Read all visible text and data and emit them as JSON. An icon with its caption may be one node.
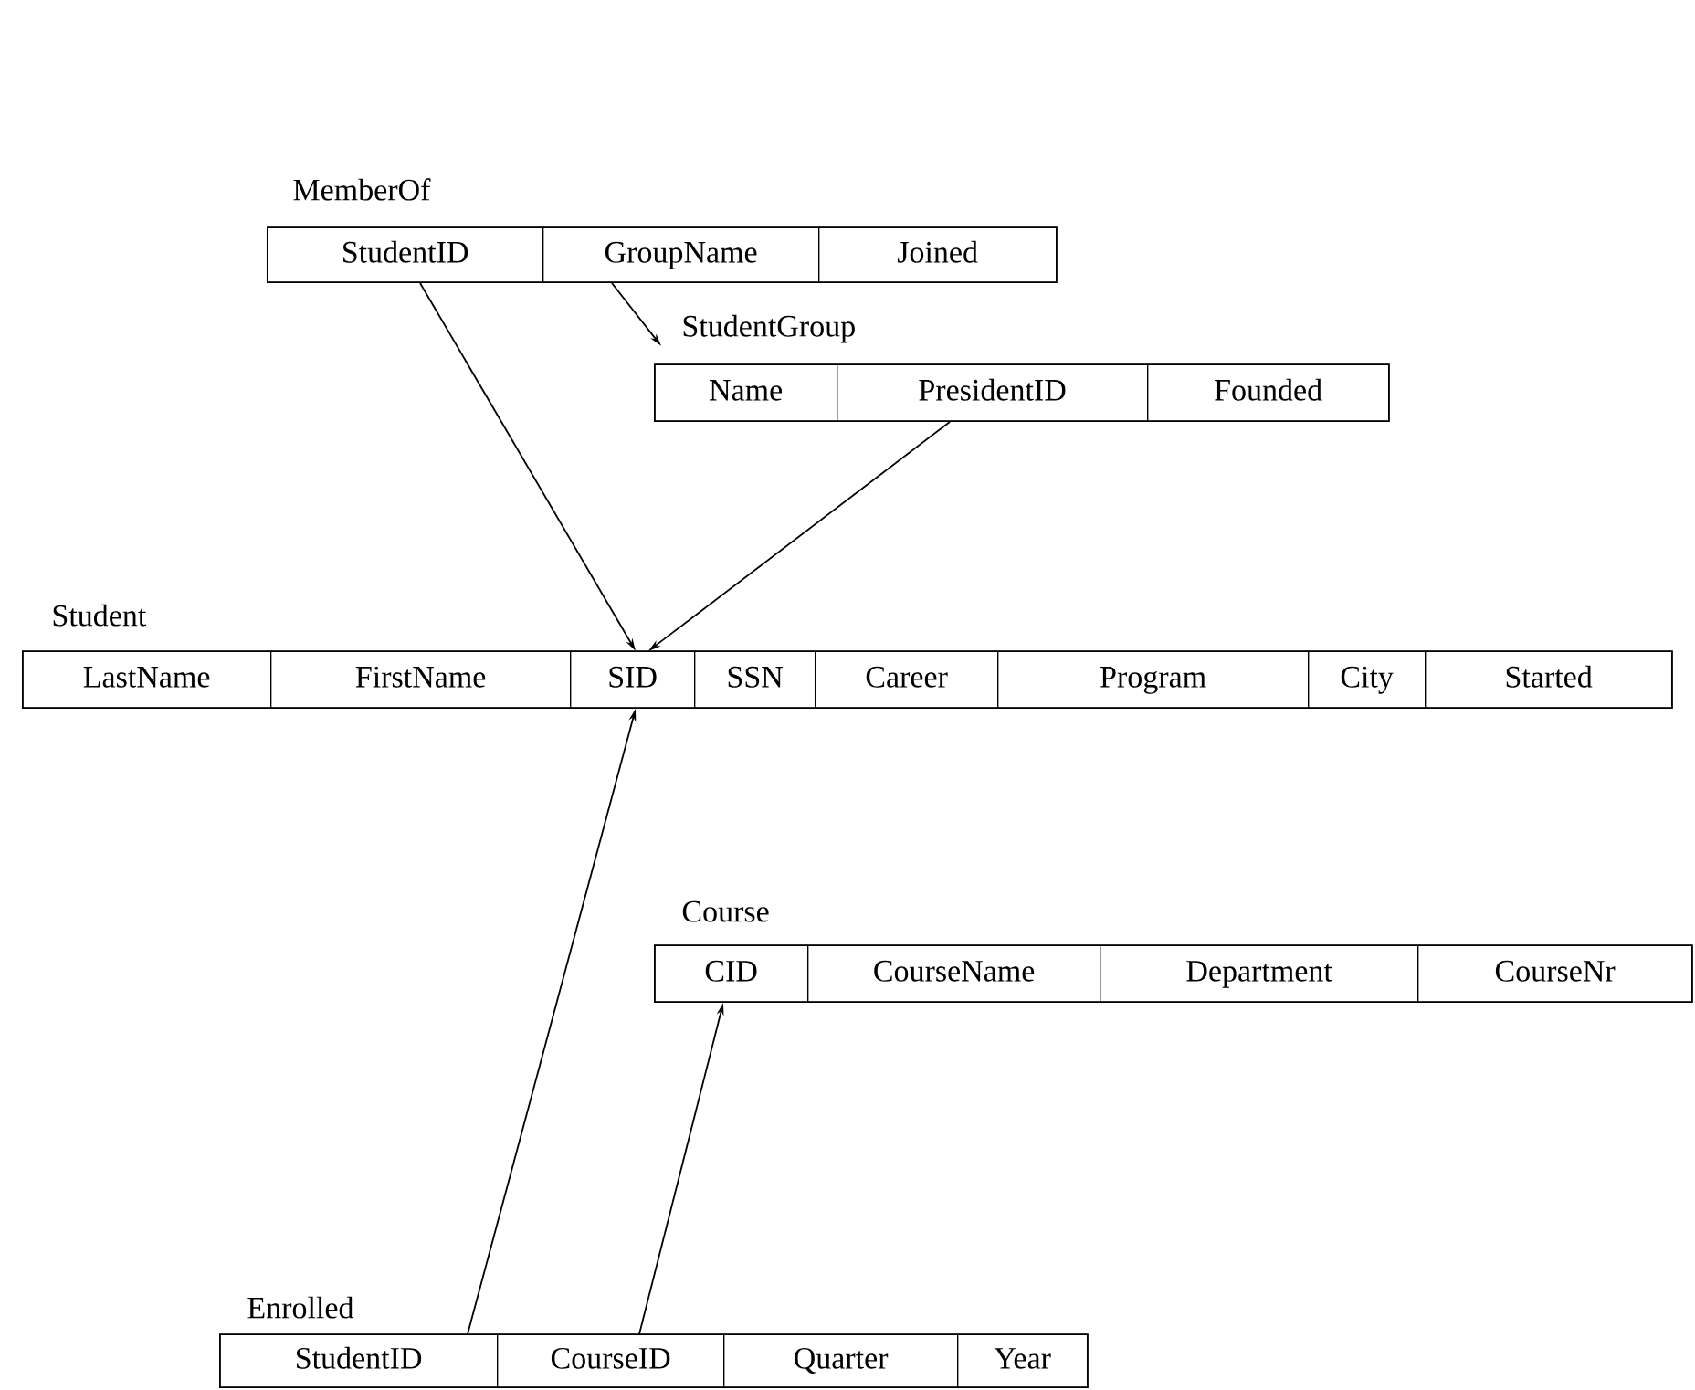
{
  "diagram": {
    "nodes": [
      {
        "text": [
          "MemberOf"
        ]
      },
      {
        "text": [
          "StudentID"
        ],
        "in": 0
      },
      {
        "text": [
          "GroupName"
        ],
        "in": 0
      },
      {
        "text": [
          "Joined"
        ],
        "in": 0
      },
      {
        "text": [
          "StudentGroup"
        ]
      },
      {
        "text": [
          "Name"
        ],
        "in": 4
      },
      {
        "text": [
          "PresidentID"
        ],
        "in": 4
      },
      {
        "text": [
          "Founded"
        ],
        "in": 4
      },
      {
        "text": [
          "Student"
        ]
      },
      {
        "text": [
          "LastName"
        ],
        "in": 8
      },
      {
        "text": [
          "FirstName"
        ],
        "in": 8
      },
      {
        "text": [
          "SID"
        ],
        "in": 8
      },
      {
        "text": [
          "SSN"
        ],
        "in": 8
      },
      {
        "text": [
          "Career"
        ],
        "in": 8
      },
      {
        "text": [
          "Program"
        ],
        "in": 8
      },
      {
        "text": [
          "City"
        ],
        "in": 8
      },
      {
        "text": [
          "Started"
        ],
        "in": 8
      },
      {
        "text": [
          "Course"
        ]
      },
      {
        "text": [
          "CID"
        ],
        "in": 17
      },
      {
        "text": [
          "CourseName"
        ],
        "in": 17
      },
      {
        "text": [
          "Department"
        ],
        "in": 17
      },
      {
        "text": [
          "CourseNr"
        ],
        "in": 17
      },
      {
        "text": [
          "Enrolled"
        ]
      },
      {
        "text": [
          "StudentID"
        ],
        "in": 22
      },
      {
        "text": [
          "CourseID"
        ],
        "in": 22
      },
      {
        "text": [
          "Quarter"
        ],
        "in": 22
      },
      {
        "text": [
          "Year"
        ],
        "in": 22
      }
    ],
    "edges": [
      {
        "from": 1,
        "to": 11,
        "arrow": "to"
      },
      {
        "from": 2,
        "to": 5,
        "arrow": "to"
      },
      {
        "from": 6,
        "to": 11,
        "arrow": "to"
      },
      {
        "from": 23,
        "to": 11,
        "arrow": "to"
      },
      {
        "from": 24,
        "to": 18,
        "arrow": "to"
      }
    ]
  }
}
